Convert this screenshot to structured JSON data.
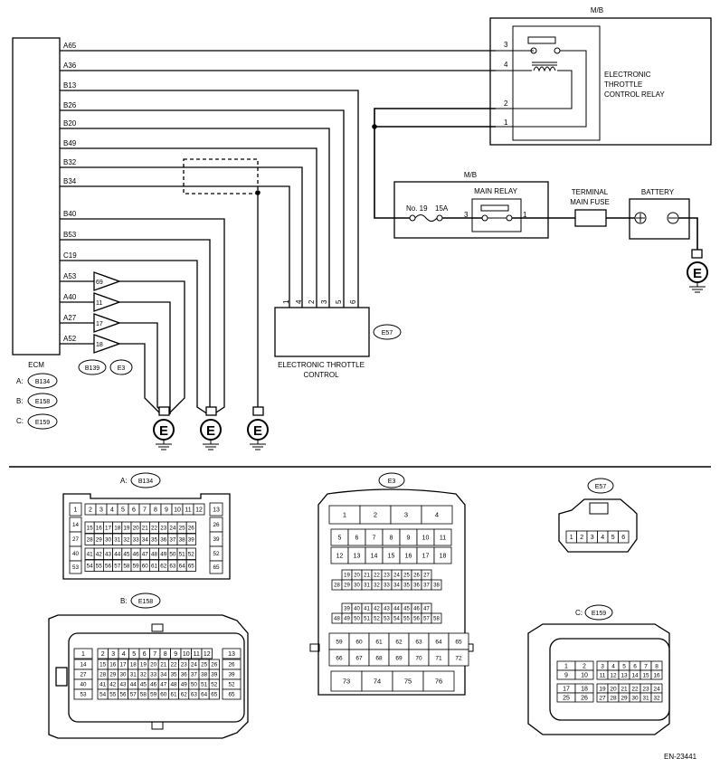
{
  "ecm": {
    "name": "ECM",
    "pins": [
      "A65",
      "A36",
      "B13",
      "B26",
      "B20",
      "B49",
      "B32",
      "B34",
      "B40",
      "B53",
      "C19",
      "A53",
      "A40",
      "A27",
      "A52"
    ],
    "connectors": [
      {
        "prefix": "A:",
        "code": "B134"
      },
      {
        "prefix": "B:",
        "code": "E158"
      },
      {
        "prefix": "C:",
        "code": "E159"
      }
    ]
  },
  "splice": {
    "codes": [
      "B139",
      "E3"
    ],
    "numbers": [
      "69",
      "11",
      "17",
      "18"
    ]
  },
  "relay_box": {
    "label": "M/B",
    "relay_name": [
      "ELECTRONIC",
      "THROTTLE",
      "CONTROL RELAY"
    ],
    "pins": [
      "3",
      "4",
      "2",
      "1"
    ]
  },
  "main_relay_box": {
    "label": "M/B",
    "fuse": "No. 19",
    "fuse_rating": "15A",
    "relay_name": "MAIN RELAY",
    "pins": [
      "3",
      "1"
    ]
  },
  "terminal_fuse": [
    "TERMINAL",
    "MAIN FUSE"
  ],
  "battery": "BATTERY",
  "throttle": {
    "name": [
      "ELECTRONIC THROTTLE",
      "CONTROL"
    ],
    "code": "E57",
    "pins": [
      "1",
      "4",
      "2",
      "3",
      "5",
      "6"
    ]
  },
  "ground_symbol": "E",
  "views": {
    "b134": {
      "title_prefix": "A:",
      "code": "B134"
    },
    "e158": {
      "title_prefix": "B:",
      "code": "E158"
    },
    "e3": {
      "code": "E3"
    },
    "e57": {
      "code": "E57",
      "pins": [
        "1",
        "2",
        "3",
        "4",
        "5",
        "6"
      ]
    },
    "e159": {
      "title_prefix": "C:",
      "code": "E159"
    }
  },
  "doc_id": "EN-23441"
}
